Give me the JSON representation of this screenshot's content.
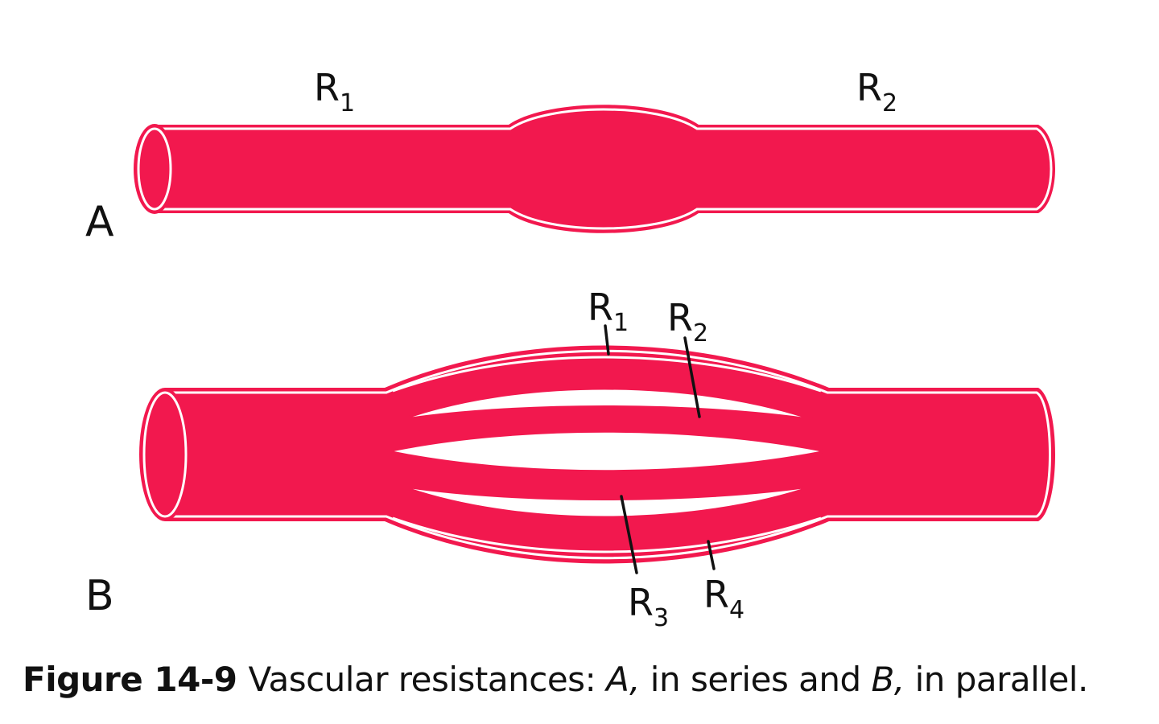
{
  "panel_a": {
    "letter": "A",
    "labels": [
      {
        "main": "R",
        "sub": "1"
      },
      {
        "main": "R",
        "sub": "2"
      }
    ]
  },
  "panel_b": {
    "letter": "B",
    "labels": [
      {
        "main": "R",
        "sub": "1"
      },
      {
        "main": "R",
        "sub": "2"
      },
      {
        "main": "R",
        "sub": "3"
      },
      {
        "main": "R",
        "sub": "4"
      }
    ]
  },
  "caption": {
    "figure_number": "Figure 14-9",
    "text_1": "Vascular resistances: ",
    "a_letter": "A,",
    "text_2": " in series and ",
    "b_letter": "B,",
    "text_3": " in parallel."
  },
  "colors": {
    "vessel": "#f2184e",
    "lumen": "#ffffff",
    "text": "#111111"
  }
}
